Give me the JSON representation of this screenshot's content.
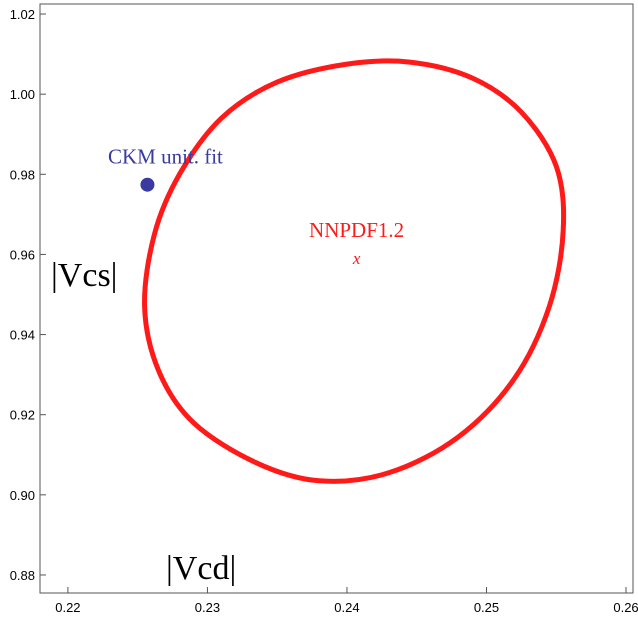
{
  "chart_data": {
    "type": "scatter",
    "xlabel": "|Vcd|",
    "ylabel": "|Vcs|",
    "xlim": [
      0.218,
      0.2605
    ],
    "ylim": [
      0.8755,
      1.0225
    ],
    "x_ticks": [
      "0.22",
      "0.23",
      "0.24",
      "0.25",
      "0.26"
    ],
    "x_tick_values": [
      0.22,
      0.23,
      0.24,
      0.25,
      0.26
    ],
    "y_ticks": [
      "0.88",
      "0.90",
      "0.92",
      "0.94",
      "0.96",
      "0.98",
      "1.00",
      "1.02"
    ],
    "y_tick_values": [
      0.88,
      0.9,
      0.92,
      0.94,
      0.96,
      0.98,
      1.0,
      1.02
    ],
    "grid": false,
    "point": {
      "label": "CKM unit. fit",
      "x": 0.2257,
      "y": 0.9774,
      "color": "#3a3aa0"
    },
    "ellipse": {
      "label": "NNPDF1.2",
      "marker": "x",
      "center_x": 0.2437,
      "center_y": 0.9556,
      "color": "#ff1a1a",
      "boundary": [
        [
          0.2255,
          0.947
        ],
        [
          0.2262,
          0.965
        ],
        [
          0.228,
          0.98
        ],
        [
          0.231,
          0.994
        ],
        [
          0.235,
          1.003
        ],
        [
          0.24,
          1.0075
        ],
        [
          0.2445,
          1.008
        ],
        [
          0.249,
          1.004
        ],
        [
          0.2525,
          0.9955
        ],
        [
          0.255,
          0.982
        ],
        [
          0.2555,
          0.966
        ],
        [
          0.2545,
          0.947
        ],
        [
          0.252,
          0.929
        ],
        [
          0.248,
          0.9145
        ],
        [
          0.243,
          0.9055
        ],
        [
          0.238,
          0.9035
        ],
        [
          0.2335,
          0.908
        ],
        [
          0.229,
          0.918
        ],
        [
          0.2265,
          0.931
        ]
      ]
    }
  }
}
